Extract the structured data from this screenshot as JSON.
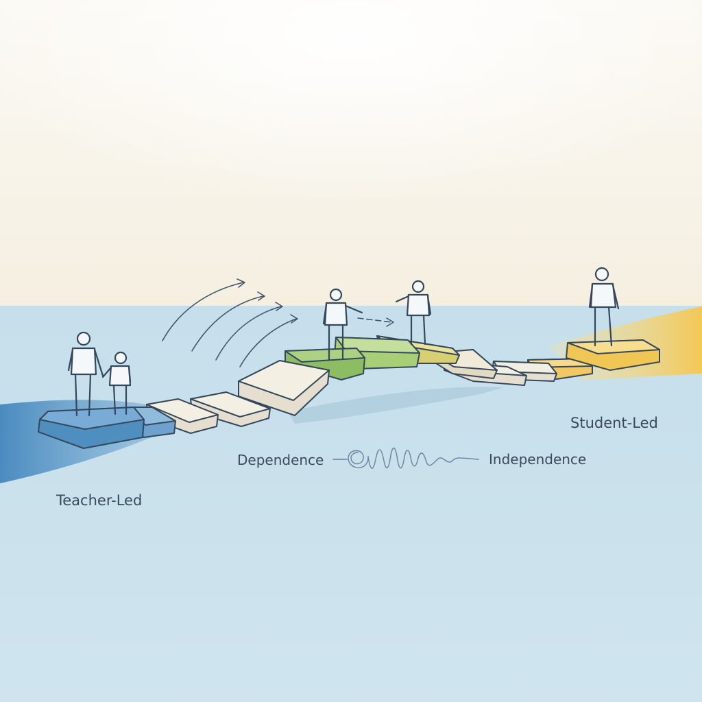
{
  "labels": {
    "teacher_led": "Teacher-Led",
    "student_led": "Student-Led",
    "dependence": "Dependence",
    "independence": "Independence"
  },
  "colors": {
    "sky_top": "#fbf8f1",
    "sky_bottom": "#f5efe0",
    "water": "#c9e1ec",
    "water_deep": "#b9d7e5",
    "teacher_blue": "#4f8fc0",
    "mid_green": "#9cc66e",
    "student_yellow": "#f2c64f",
    "stone_cream": "#ede7d8",
    "ink": "#34475c"
  },
  "icons": [
    "person-icon",
    "spiral-wave-icon",
    "motion-arrow-icon"
  ]
}
